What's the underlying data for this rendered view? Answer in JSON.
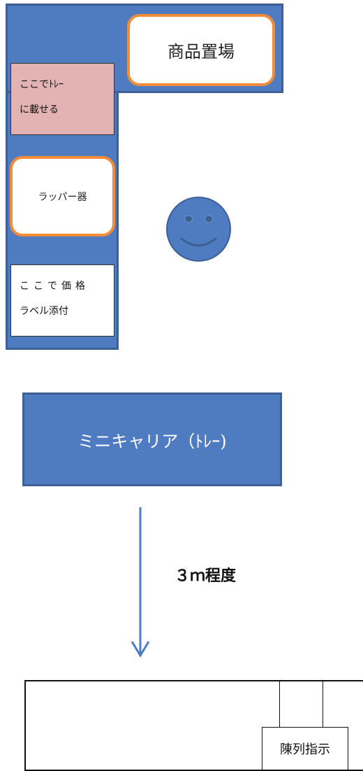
{
  "workbench": {
    "goods_area_label": "商品置場",
    "tray_station": {
      "line1": "ここでﾄﾚｰ",
      "line2": "に載せる"
    },
    "wrapper_label": "ラッパー器",
    "label_station": {
      "line1": "ここで価格",
      "line2": "ラベル添付"
    }
  },
  "carrier": {
    "label": "ミニキャリア（ﾄﾚｰ)"
  },
  "distance": {
    "label": "３ｍ程度"
  },
  "shelf": {
    "display_instruction_label": "陳列指示"
  },
  "colors": {
    "table_blue": "#4f7cc0",
    "table_border": "#3d5f94",
    "orange_outline": "#f28c38",
    "tray_pink": "#e3b3b3"
  }
}
